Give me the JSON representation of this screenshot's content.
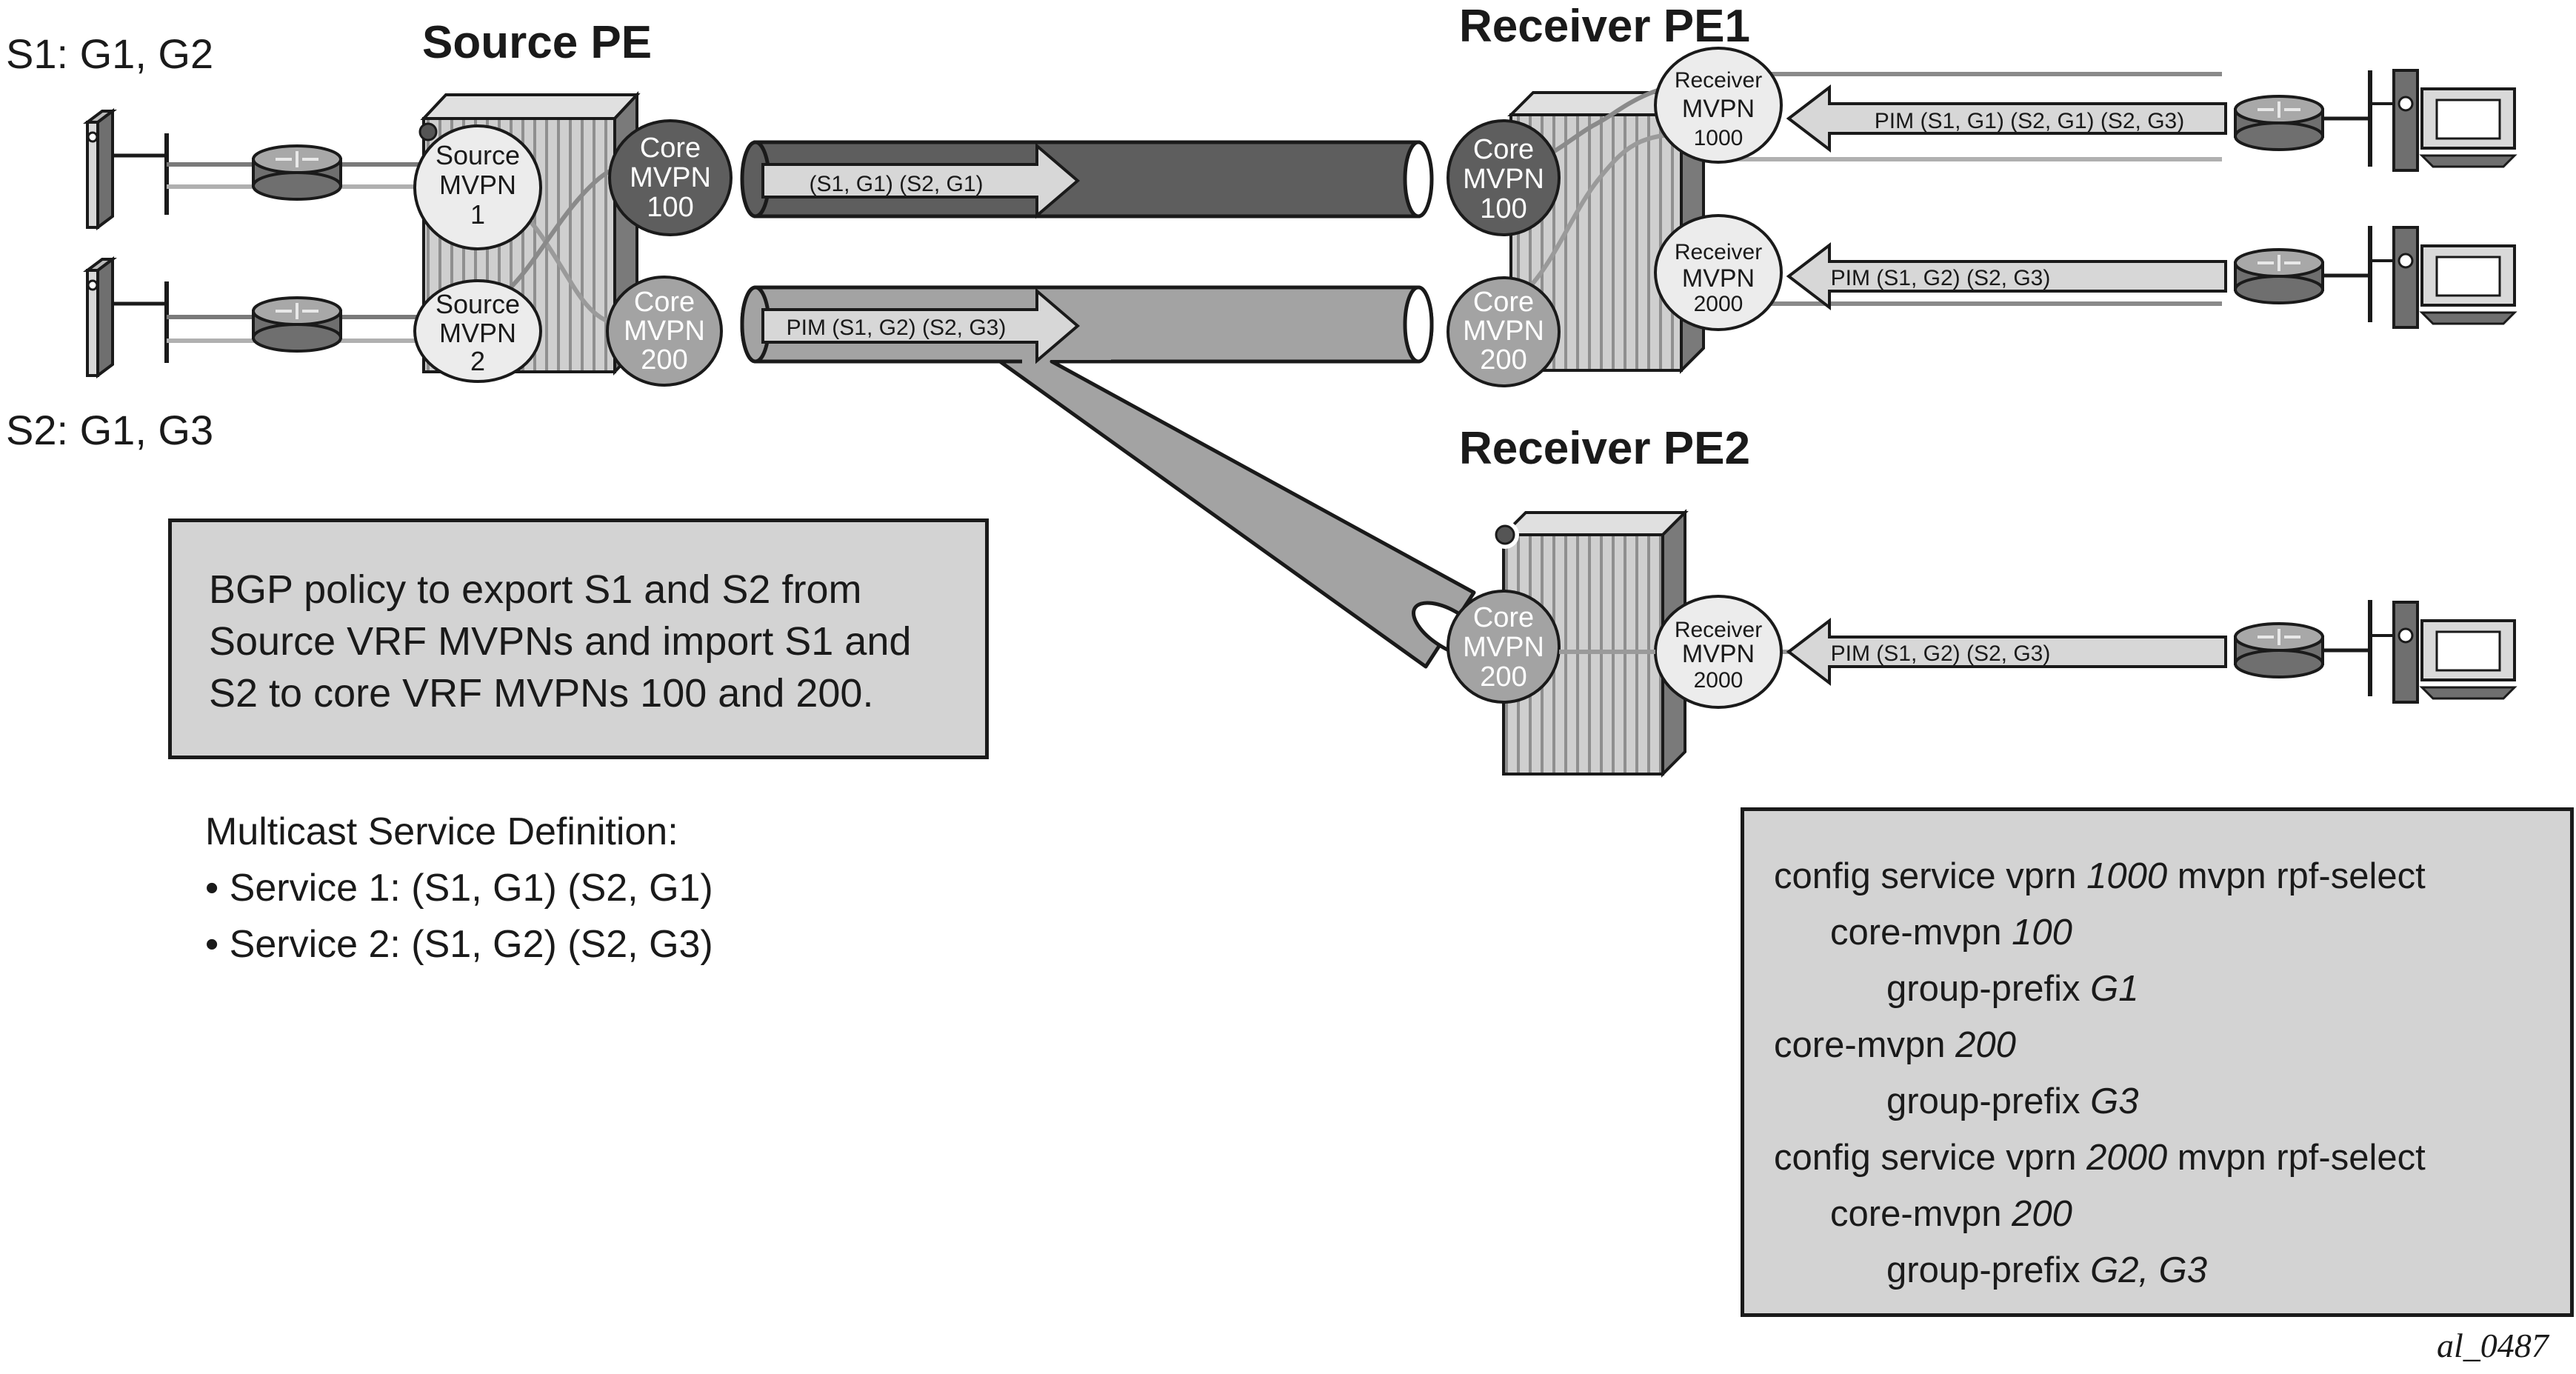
{
  "labels": {
    "s1": "S1: G1, G2",
    "s2": "S2: G1, G3",
    "source_pe": "Source PE",
    "receiver_pe1": "Receiver PE1",
    "receiver_pe2": "Receiver PE2",
    "figure_id": "al_0487"
  },
  "nodes": {
    "source_mvpn_1": [
      "Source",
      "MVPN",
      "1"
    ],
    "source_mvpn_2": [
      "Source",
      "MVPN",
      "2"
    ],
    "core_mvpn_100_src": [
      "Core",
      "MVPN",
      "100"
    ],
    "core_mvpn_200_src": [
      "Core",
      "MVPN",
      "200"
    ],
    "core_mvpn_100_rx1": [
      "Core",
      "MVPN",
      "100"
    ],
    "core_mvpn_200_rx1": [
      "Core",
      "MVPN",
      "200"
    ],
    "core_mvpn_200_rx2": [
      "Core",
      "MVPN",
      "200"
    ],
    "receiver_mvpn_1000": [
      "Receiver",
      "MVPN",
      "1000"
    ],
    "receiver_mvpn_2000_rx1": [
      "Receiver",
      "MVPN",
      "2000"
    ],
    "receiver_mvpn_2000_rx2": [
      "Receiver",
      "MVPN",
      "2000"
    ]
  },
  "arrows": {
    "tunnel_100": "(S1, G1) (S2, G1)",
    "tunnel_200": "PIM (S1, G2) (S2, G3)",
    "join_1000": "PIM (S1, G1) (S2, G1) (S2, G3)",
    "join_2000_rx1": "PIM (S1, G2) (S2, G3)",
    "join_2000_rx2": "PIM (S1, G2) (S2, G3)"
  },
  "bgp_note": {
    "lines": [
      "BGP policy to export S1 and S2 from",
      "Source VRF MVPNs and import S1 and",
      "S2 to core VRF MVPNs 100 and 200."
    ]
  },
  "service_definition": {
    "title": "Multicast Service Definition:",
    "items": [
      "• Service 1: (S1, G1) (S2, G1)",
      "• Service 2: (S1, G2) (S2, G3)"
    ]
  },
  "config": {
    "l1_pre": "config service vprn ",
    "l1_num": "1000",
    "l1_post": " mvpn rpf-select",
    "l2_pre": "core-mvpn ",
    "l2_num": "100",
    "l3_pre": "group-prefix ",
    "l3_val": "G1",
    "l4_pre": "core-mvpn ",
    "l4_num": "200",
    "l5_pre": "group-prefix ",
    "l5_val": "G3",
    "l6_pre": "config service vprn ",
    "l6_num": "2000",
    "l6_post": " mvpn rpf-select",
    "l7_pre": "core-mvpn ",
    "l7_num": "200",
    "l8_pre": "group-prefix ",
    "l8_val": "G2, G3"
  }
}
